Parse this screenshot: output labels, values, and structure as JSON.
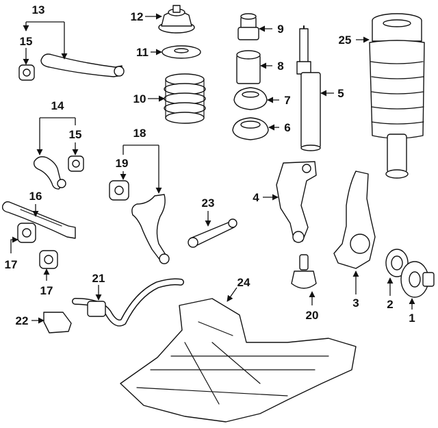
{
  "diagram": {
    "callouts": [
      {
        "id": "c1",
        "label": "1"
      },
      {
        "id": "c2",
        "label": "2"
      },
      {
        "id": "c3",
        "label": "3"
      },
      {
        "id": "c4",
        "label": "4"
      },
      {
        "id": "c5",
        "label": "5"
      },
      {
        "id": "c6",
        "label": "6"
      },
      {
        "id": "c7",
        "label": "7"
      },
      {
        "id": "c8",
        "label": "8"
      },
      {
        "id": "c9",
        "label": "9"
      },
      {
        "id": "c10",
        "label": "10"
      },
      {
        "id": "c11",
        "label": "11"
      },
      {
        "id": "c12",
        "label": "12"
      },
      {
        "id": "c13",
        "label": "13"
      },
      {
        "id": "c14",
        "label": "14"
      },
      {
        "id": "c15a",
        "label": "15"
      },
      {
        "id": "c15b",
        "label": "15"
      },
      {
        "id": "c16",
        "label": "16"
      },
      {
        "id": "c17a",
        "label": "17"
      },
      {
        "id": "c17b",
        "label": "17"
      },
      {
        "id": "c18",
        "label": "18"
      },
      {
        "id": "c19",
        "label": "19"
      },
      {
        "id": "c20",
        "label": "20"
      },
      {
        "id": "c21",
        "label": "21"
      },
      {
        "id": "c22",
        "label": "22"
      },
      {
        "id": "c23",
        "label": "23"
      },
      {
        "id": "c24",
        "label": "24"
      },
      {
        "id": "c25",
        "label": "25"
      }
    ]
  }
}
